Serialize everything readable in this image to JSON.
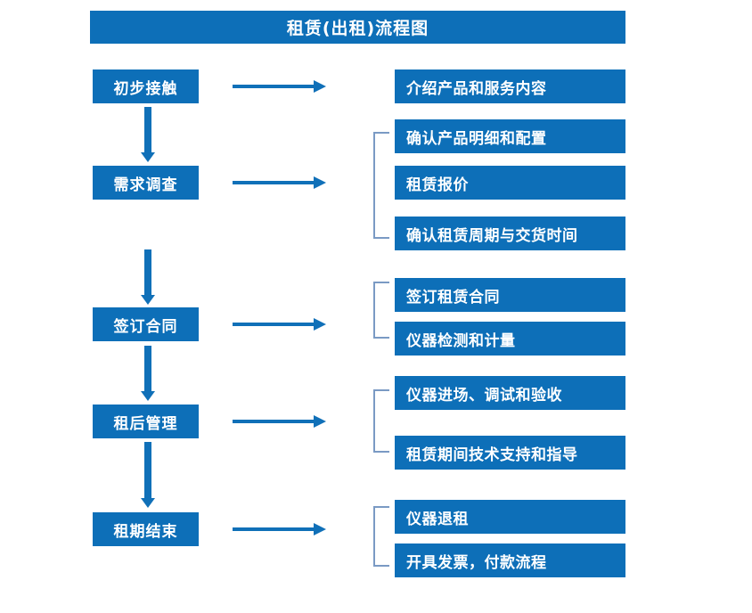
{
  "chart": {
    "title": "租赁(出租)流程图",
    "type": "flowchart",
    "accent_color": "#0d6fb8",
    "bracket_color": "#7a9ac4",
    "text_color": "#ffffff",
    "background_color": "#ffffff"
  },
  "stages": [
    {
      "label": "初步接触"
    },
    {
      "label": "需求调查"
    },
    {
      "label": "签订合同"
    },
    {
      "label": "租后管理"
    },
    {
      "label": "租期结束"
    }
  ],
  "groups": [
    {
      "stage": "初步接触",
      "bracketed": false,
      "details": [
        {
          "label": "介绍产品和服务内容"
        }
      ]
    },
    {
      "stage": "需求调查",
      "bracketed": true,
      "details": [
        {
          "label": "确认产品明细和配置"
        },
        {
          "label": "租赁报价"
        },
        {
          "label": "确认租赁周期与交货时间"
        }
      ]
    },
    {
      "stage": "签订合同",
      "bracketed": true,
      "details": [
        {
          "label": "签订租赁合同"
        },
        {
          "label": "仪器检测和计量"
        }
      ]
    },
    {
      "stage": "租后管理",
      "bracketed": true,
      "details": [
        {
          "label": "仪器进场、调试和验收"
        },
        {
          "label": "租赁期间技术支持和指导"
        }
      ]
    },
    {
      "stage": "租期结束",
      "bracketed": true,
      "details": [
        {
          "label": "仪器退租"
        },
        {
          "label": "开具发票，付款流程"
        }
      ]
    }
  ]
}
